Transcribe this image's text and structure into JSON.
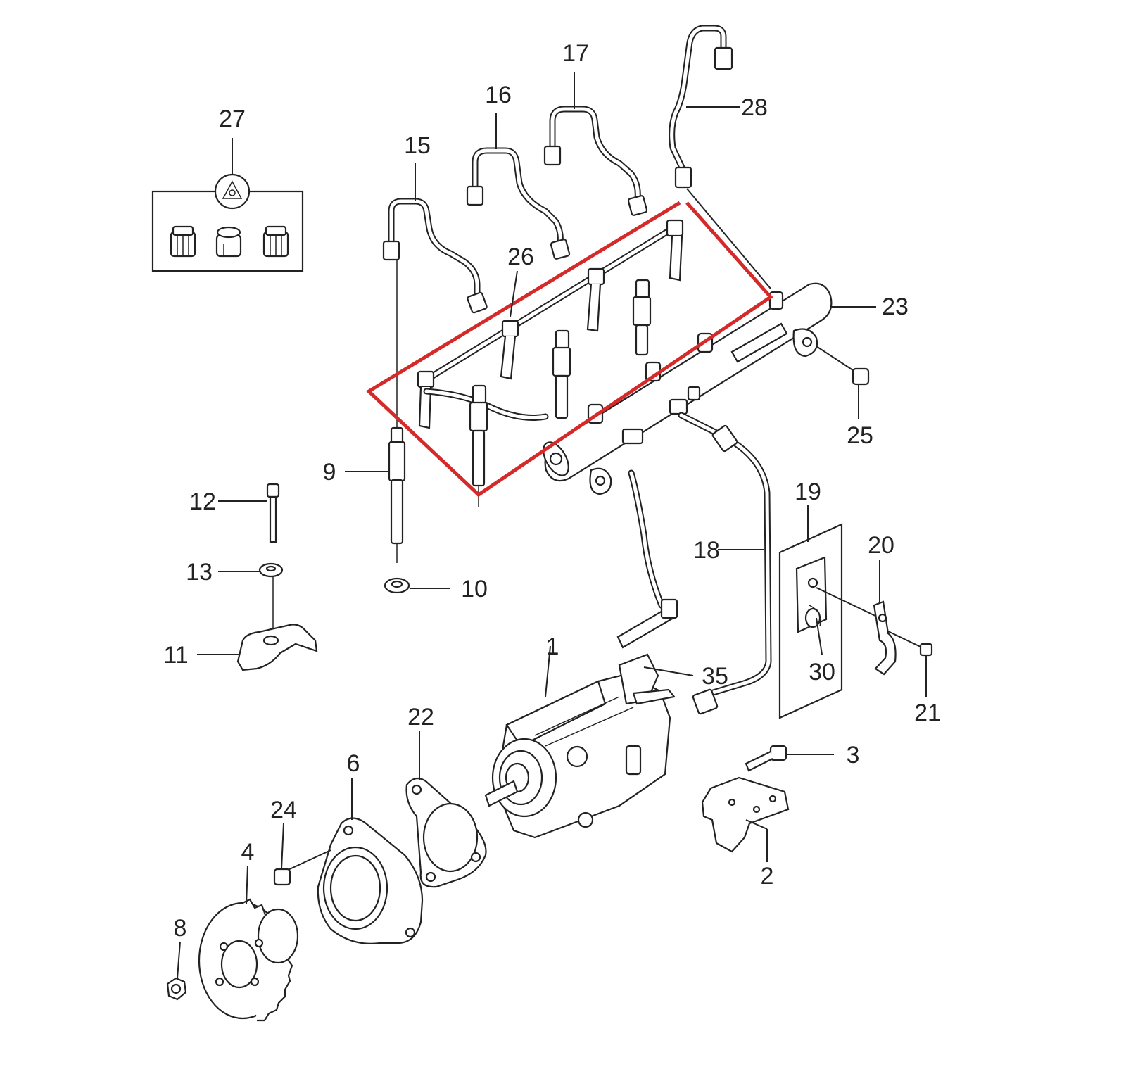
{
  "highlight": {
    "color": "#d42a2a"
  },
  "callouts": {
    "c1": "1",
    "c2": "2",
    "c3": "3",
    "c4": "4",
    "c6": "6",
    "c8": "8",
    "c9": "9",
    "c10": "10",
    "c11": "11",
    "c12": "12",
    "c13": "13",
    "c15": "15",
    "c16": "16",
    "c17": "17",
    "c18": "18",
    "c19": "19",
    "c20": "20",
    "c21": "21",
    "c22": "22",
    "c23": "23",
    "c24": "24",
    "c25": "25",
    "c26": "26",
    "c27": "27",
    "c28": "28",
    "c30": "30",
    "c35": "35"
  }
}
